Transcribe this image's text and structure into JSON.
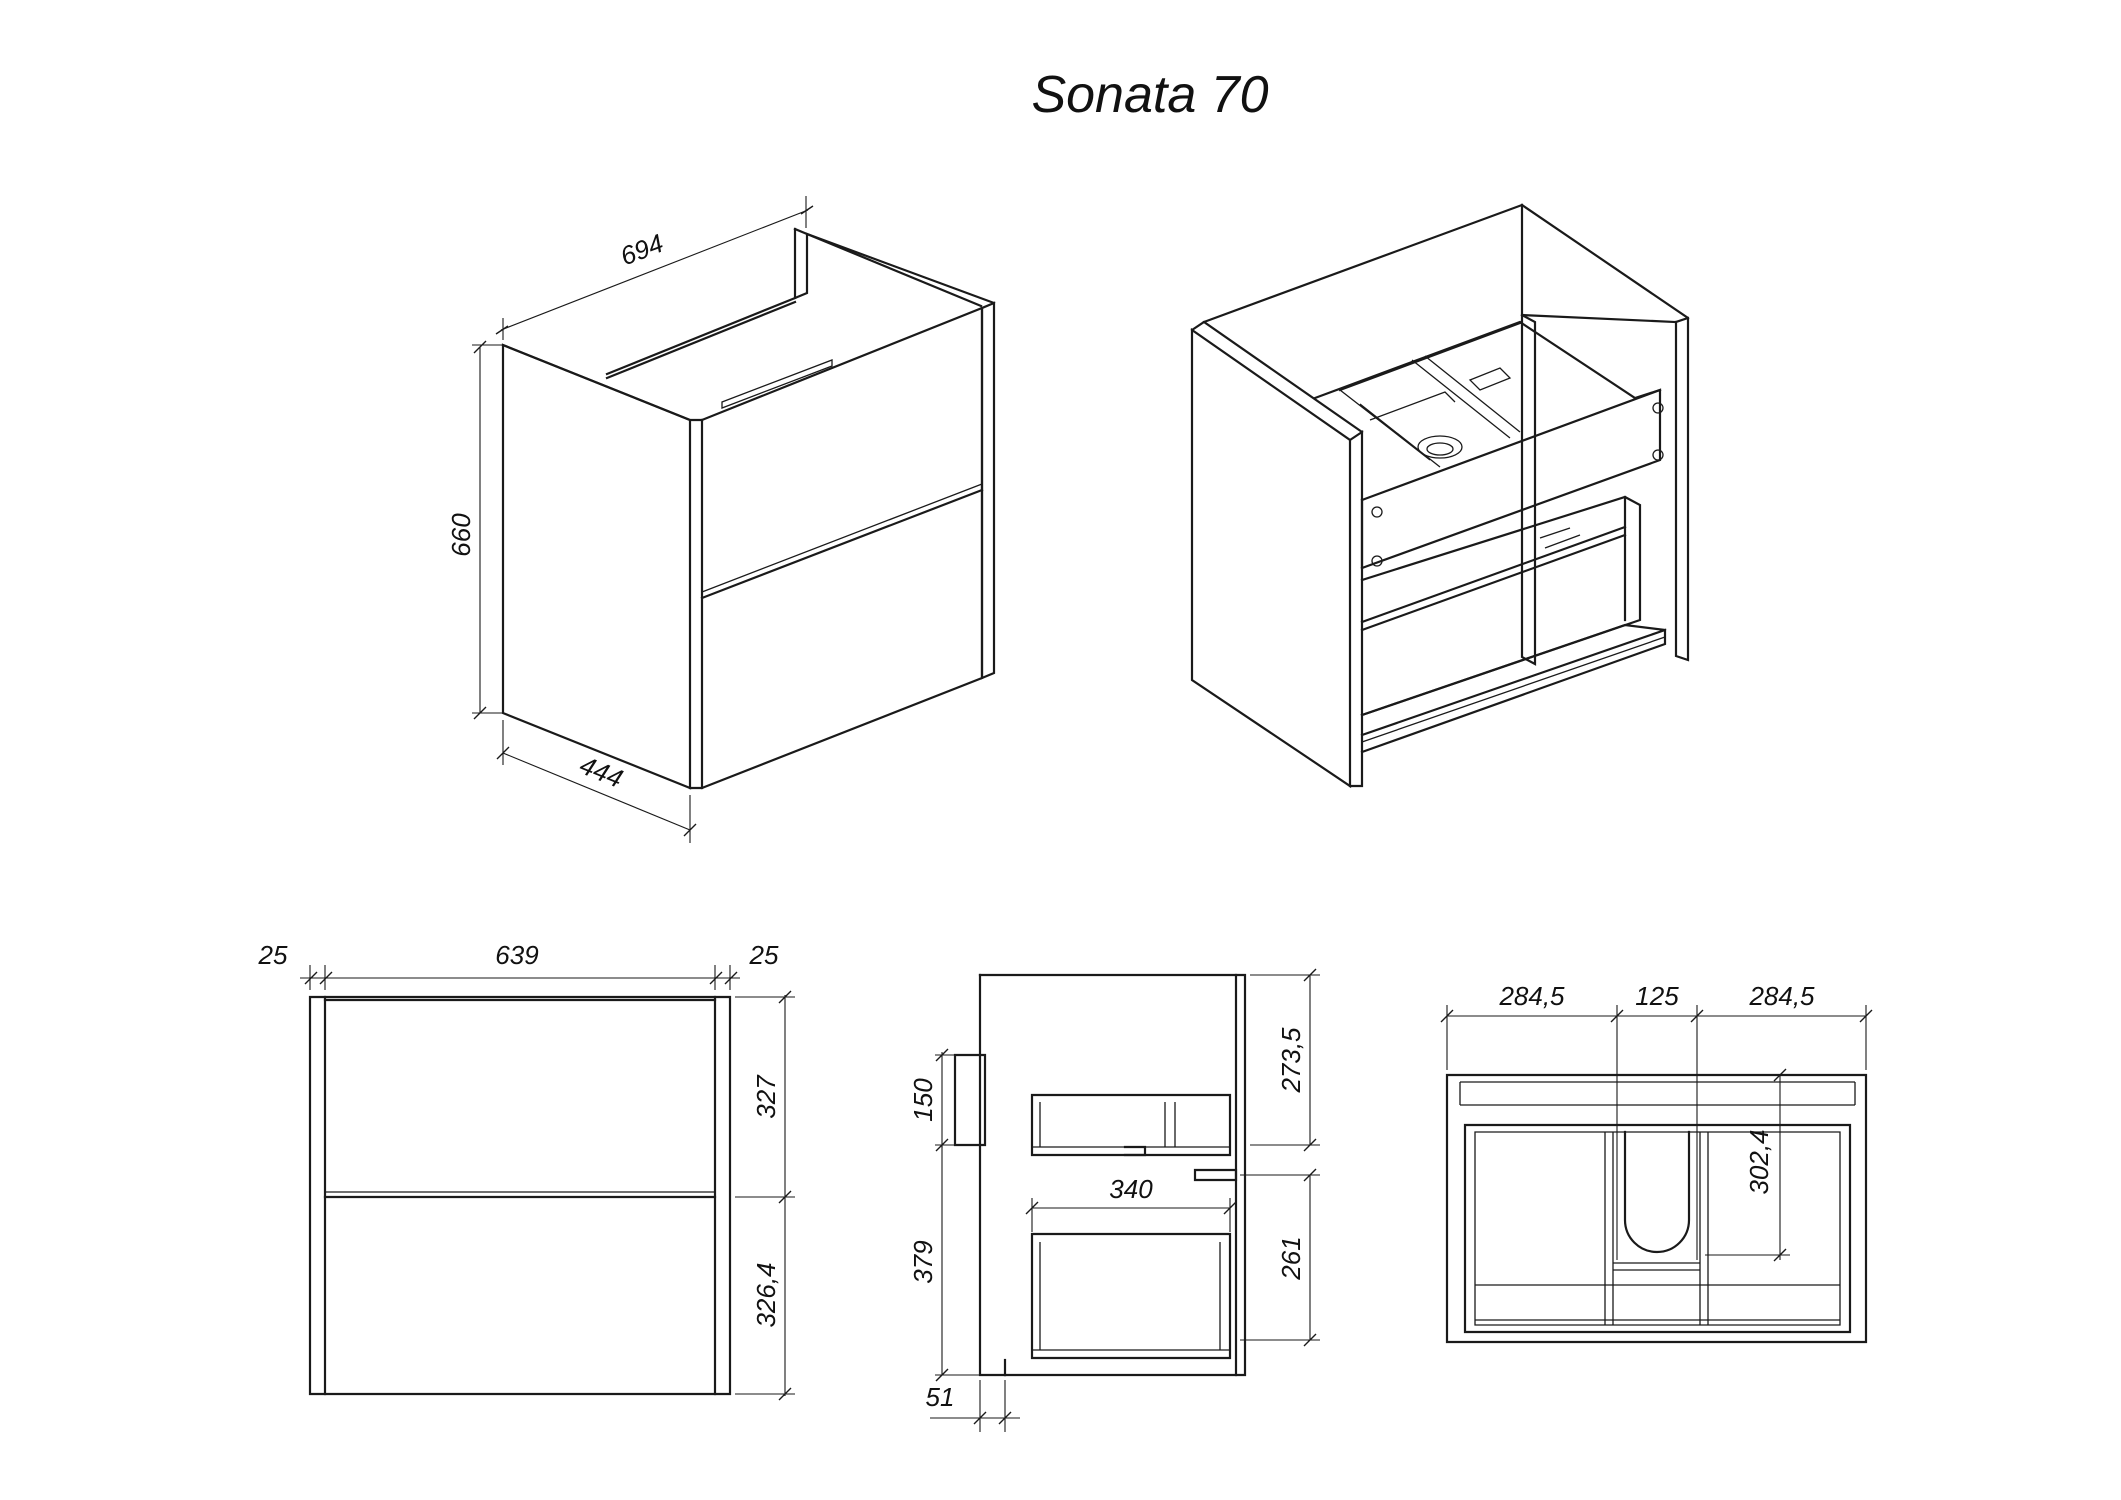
{
  "title": "Sonata 70",
  "dimensions": {
    "width_top": "694",
    "height": "660",
    "depth": "444",
    "front_side_left": "25",
    "front_inner": "639",
    "front_side_right": "25",
    "front_upper": "327",
    "front_lower": "326,4",
    "side_top_gap": "273,5",
    "side_handle": "150",
    "side_drawer_depth": "340",
    "side_lower": "379",
    "side_drawer_height": "261",
    "side_bottom": "51",
    "top_left": "284,5",
    "top_center": "125",
    "top_right": "284,5",
    "top_cutout": "302,4"
  }
}
